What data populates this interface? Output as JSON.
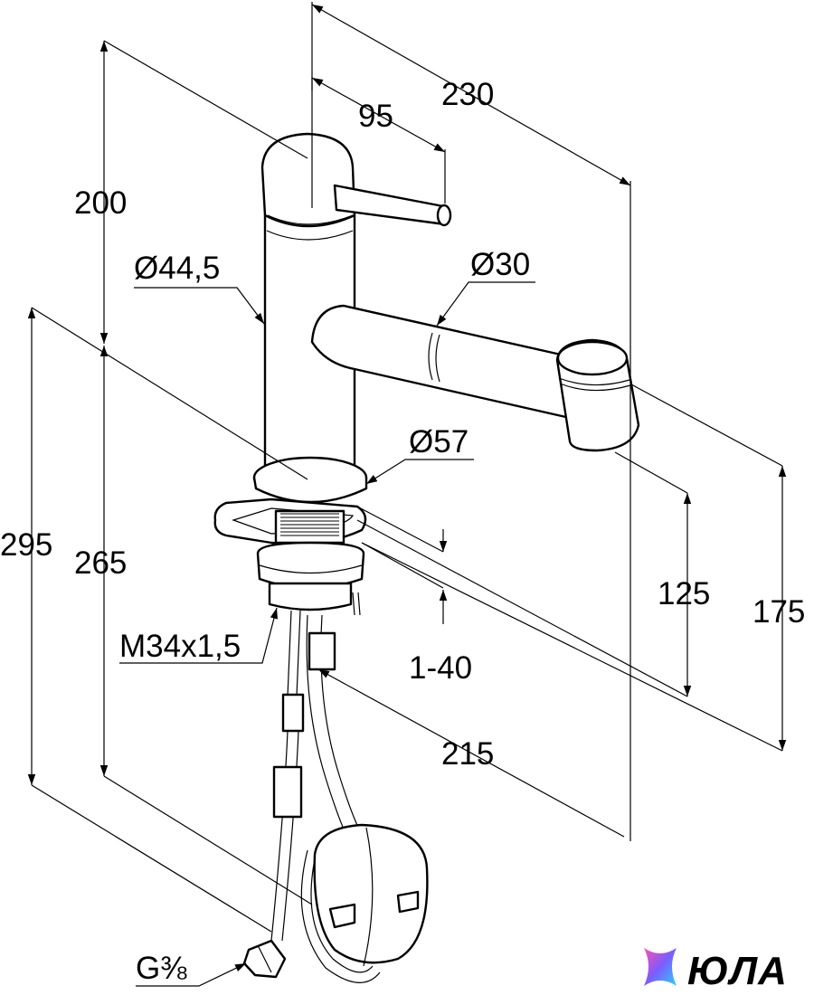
{
  "dimensions": {
    "overall_reach": "230",
    "handle_offset": "95",
    "spout_height": "200",
    "body_diameter": "Ø44,5",
    "spout_diameter": "Ø30",
    "base_diameter": "Ø57",
    "total_height": "295",
    "body_height": "265",
    "clamp_range": "1-40",
    "thread": "M34x1,5",
    "hose_reach": "215",
    "outlet_height": "125",
    "outlet_height_max": "175",
    "connection": "G⅜"
  },
  "logo": {
    "text": "ЮЛА",
    "colors": [
      "#7b5cff",
      "#2ad1ff",
      "#ff4fb0"
    ]
  }
}
